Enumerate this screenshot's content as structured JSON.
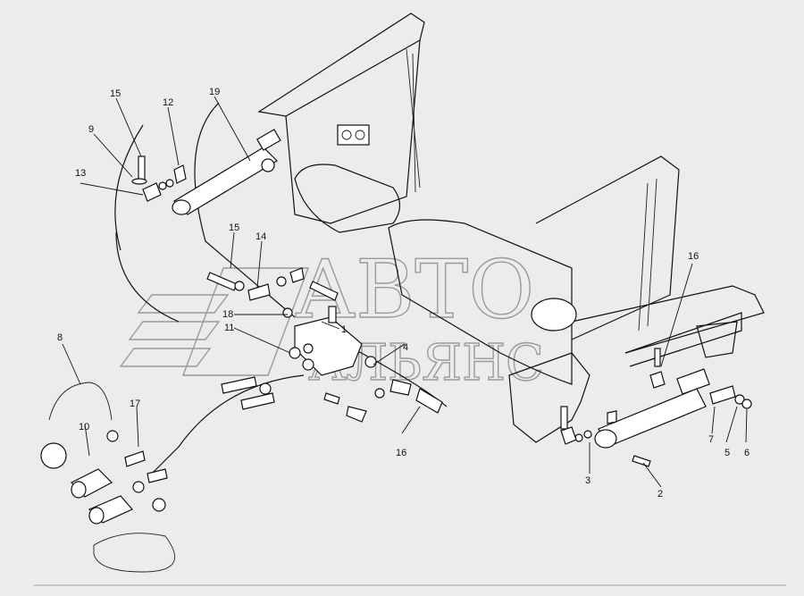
{
  "callouts": {
    "c1": "1",
    "c2": "2",
    "c3": "3",
    "c4": "4",
    "c5": "5",
    "c6": "6",
    "c7": "7",
    "c8": "8",
    "c9": "9",
    "c10": "10",
    "c11": "11",
    "c12": "12",
    "c13": "13",
    "c14": "14",
    "c15a": "15",
    "c15b": "15",
    "c16a": "16",
    "c16b": "16",
    "c17": "17",
    "c18": "18",
    "c19": "19"
  },
  "watermark": {
    "line1": "АВТО",
    "line2": "АЛЬЯНС"
  }
}
